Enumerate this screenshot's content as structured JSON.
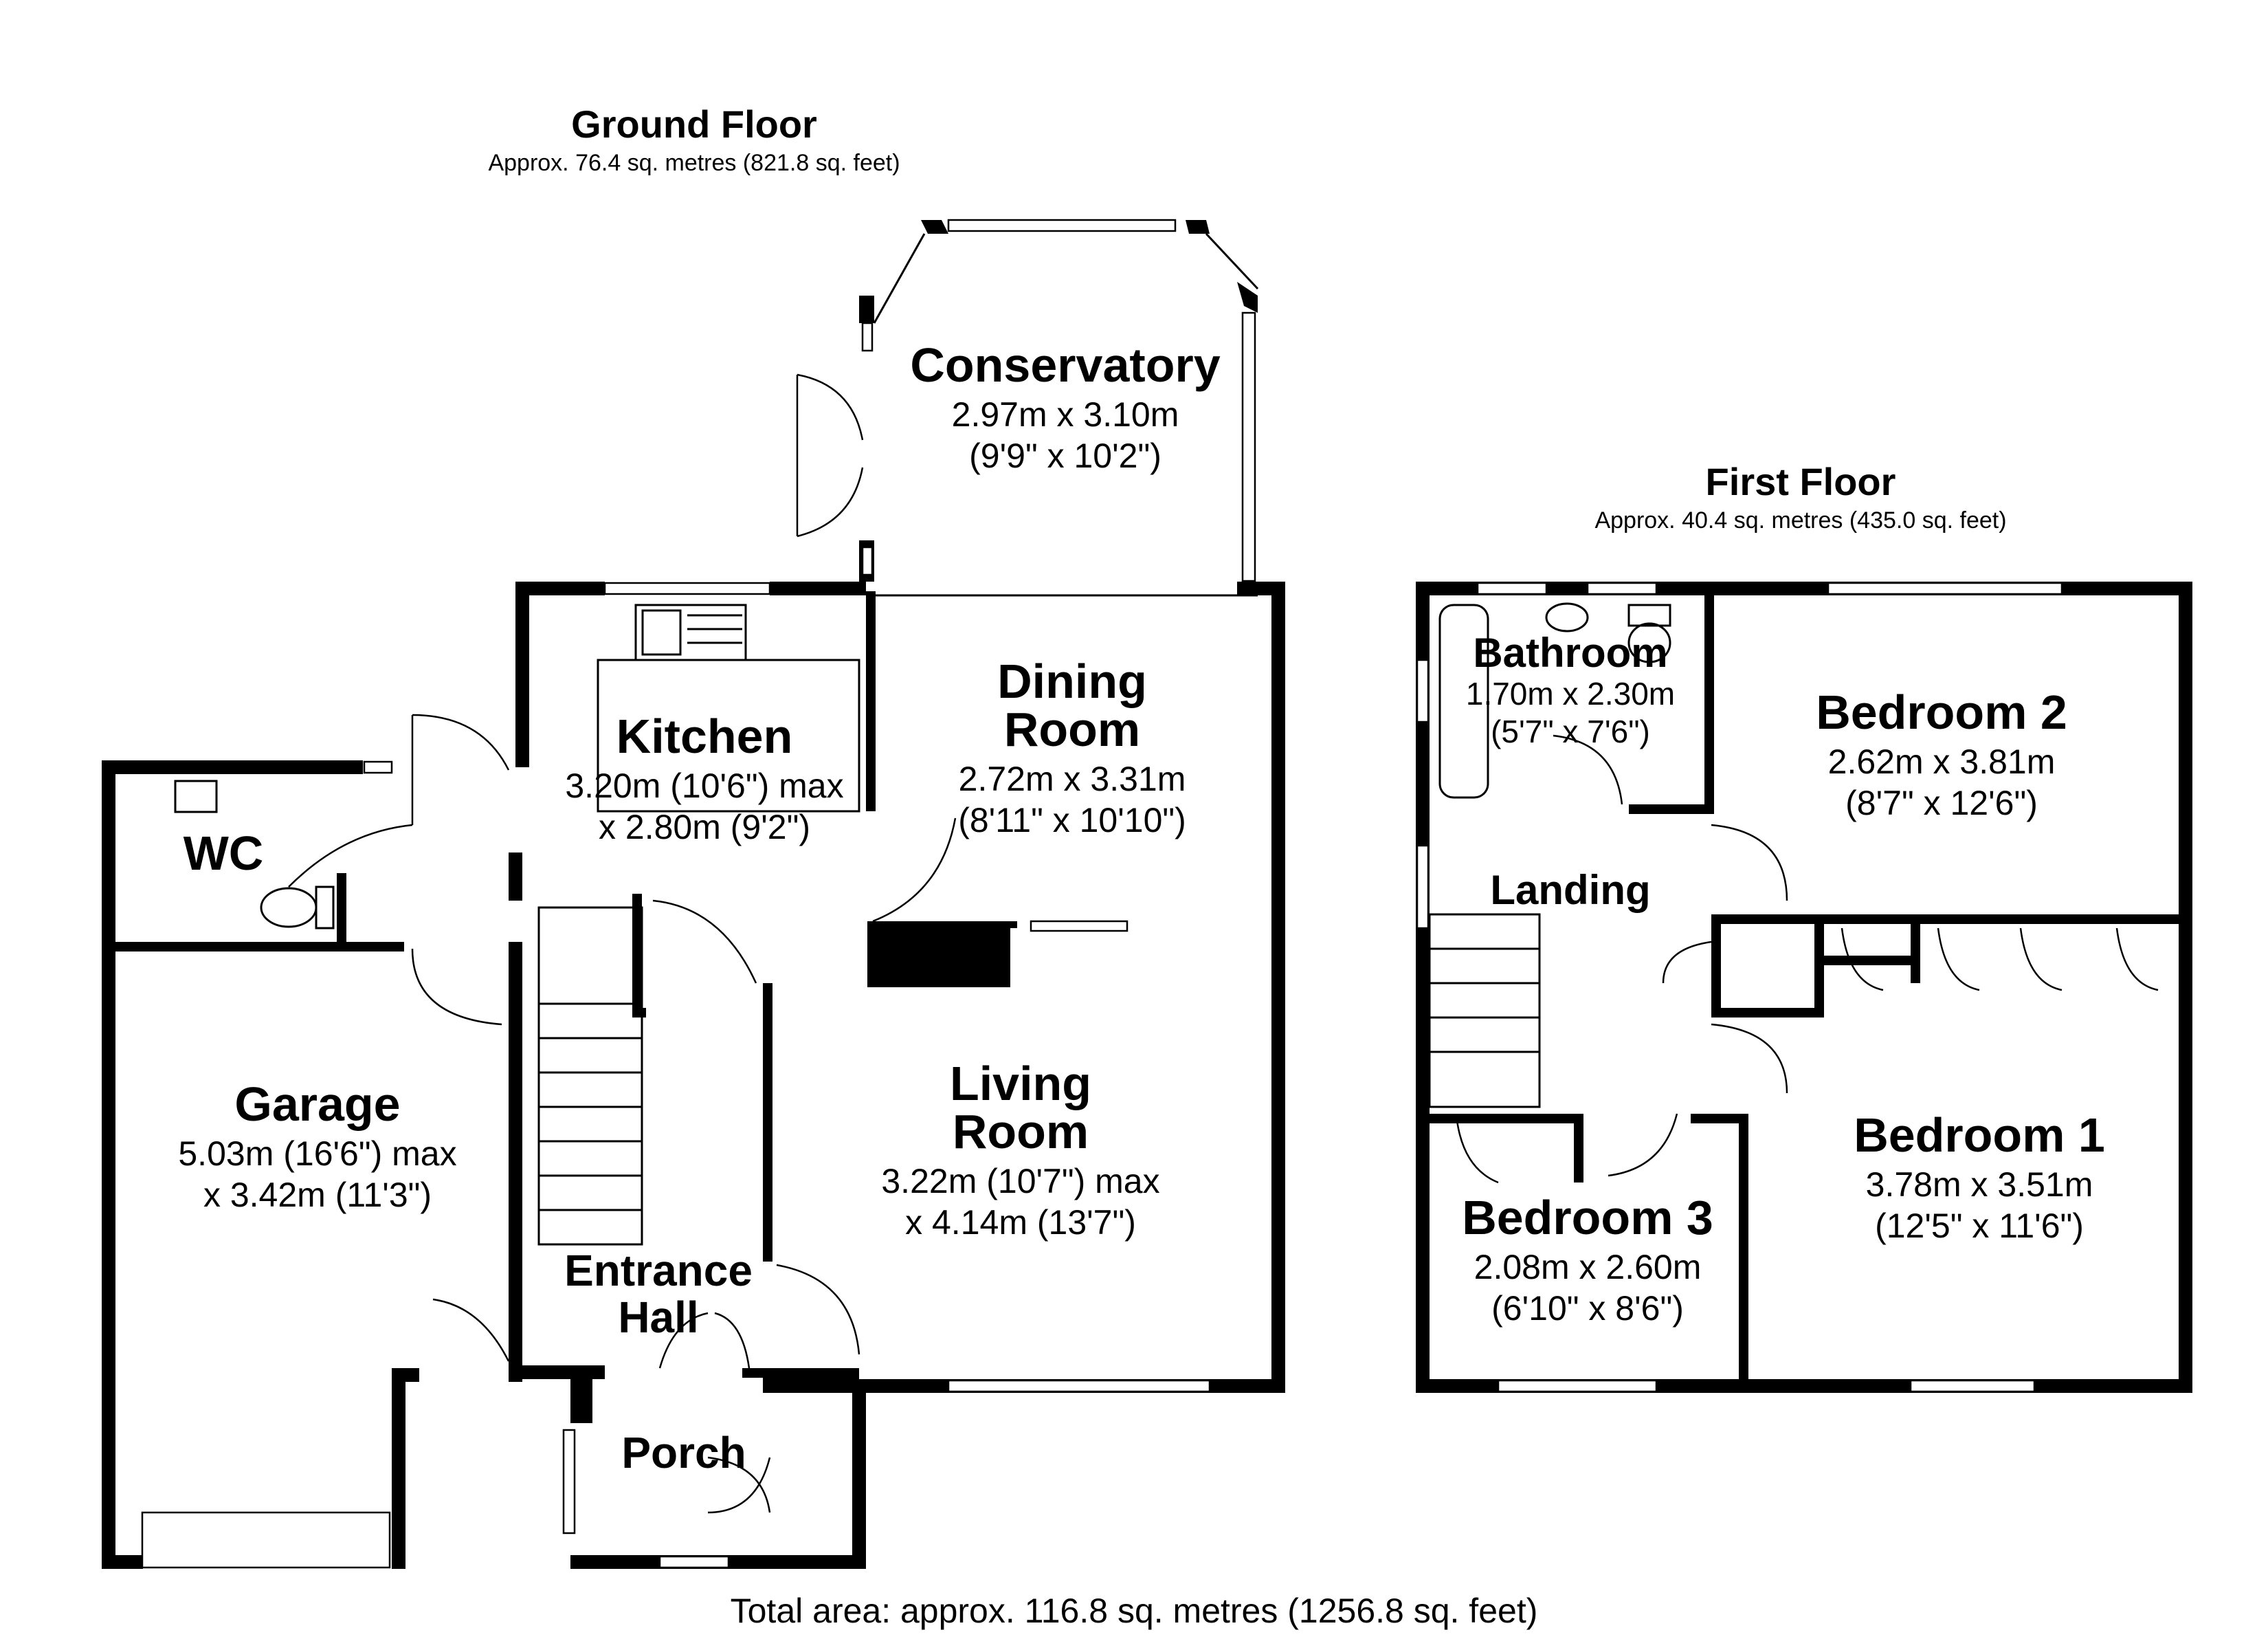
{
  "ground_floor": {
    "title": "Ground Floor",
    "area": "Approx. 76.4 sq. metres (821.8 sq. feet)"
  },
  "first_floor": {
    "title": "First Floor",
    "area": "Approx. 40.4 sq. metres (435.0 sq. feet)"
  },
  "total_area": "Total area: approx. 116.8 sq. metres (1256.8 sq. feet)",
  "rooms": {
    "conservatory": {
      "name": "Conservatory",
      "dim_metric": "2.97m x 3.10m",
      "dim_imperial": "(9'9\" x 10'2\")"
    },
    "kitchen": {
      "name": "Kitchen",
      "dim_metric": "3.20m (10'6\") max",
      "dim_imperial": "x 2.80m (9'2\")"
    },
    "dining_room": {
      "name_line1": "Dining",
      "name_line2": "Room",
      "dim_metric": "2.72m x 3.31m",
      "dim_imperial": "(8'11\" x 10'10\")"
    },
    "wc": {
      "name": "WC"
    },
    "garage": {
      "name": "Garage",
      "dim_metric": "5.03m (16'6\") max",
      "dim_imperial": "x 3.42m (11'3\")"
    },
    "living_room": {
      "name_line1": "Living",
      "name_line2": "Room",
      "dim_metric": "3.22m (10'7\") max",
      "dim_imperial": "x 4.14m (13'7\")"
    },
    "entrance_hall": {
      "name_line1": "Entrance",
      "name_line2": "Hall"
    },
    "porch": {
      "name": "Porch"
    },
    "bathroom": {
      "name": "Bathroom",
      "dim_metric": "1.70m x 2.30m",
      "dim_imperial": "(5'7\" x 7'6\")"
    },
    "bedroom_2": {
      "name": "Bedroom 2",
      "dim_metric": "2.62m x 3.81m",
      "dim_imperial": "(8'7\" x 12'6\")"
    },
    "landing": {
      "name": "Landing"
    },
    "bedroom_1": {
      "name": "Bedroom 1",
      "dim_metric": "3.78m x 3.51m",
      "dim_imperial": "(12'5\" x 11'6\")"
    },
    "bedroom_3": {
      "name": "Bedroom 3",
      "dim_metric": "2.08m x 2.60m",
      "dim_imperial": "(6'10\" x 8'6\")"
    }
  }
}
